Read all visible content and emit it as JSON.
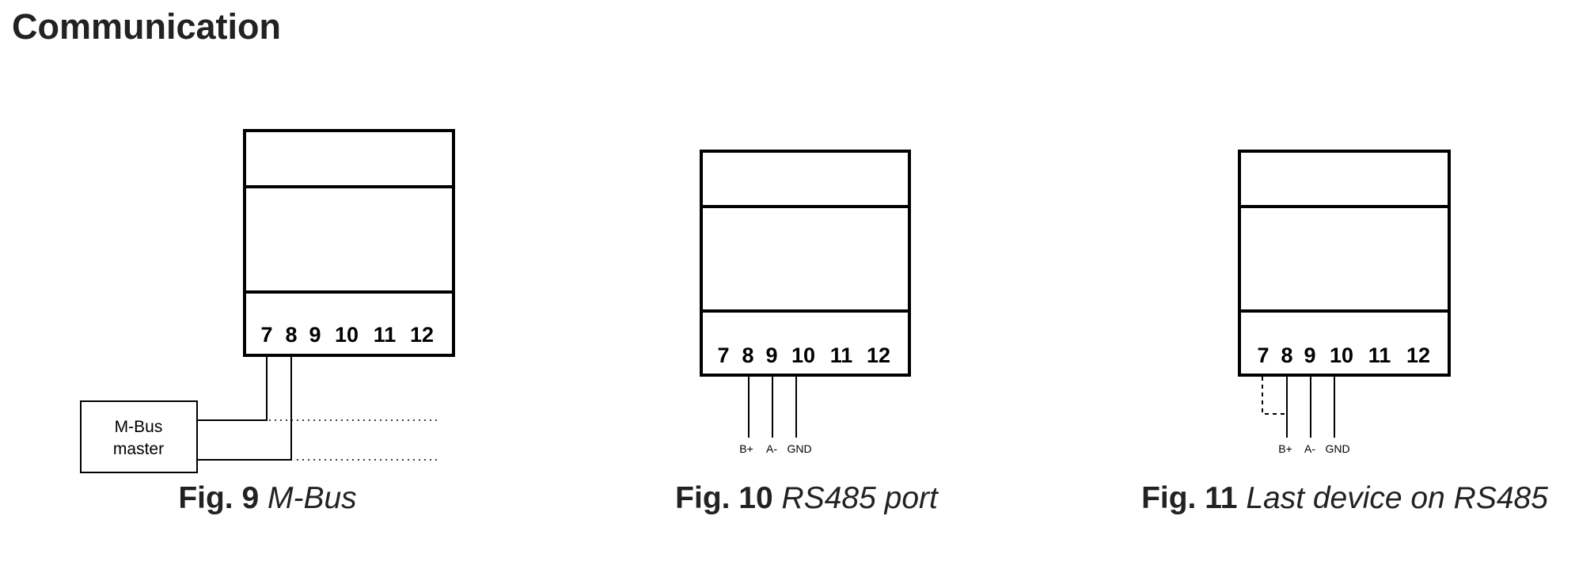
{
  "title": "Communication",
  "terminals": [
    "7",
    "8",
    "9",
    "10",
    "11",
    "12"
  ],
  "fig9": {
    "caption_num": "Fig. 9",
    "caption_text": "M-Bus",
    "master_line1": "M-Bus",
    "master_line2": "master"
  },
  "fig10": {
    "caption_num": "Fig. 10",
    "caption_text": "RS485 port",
    "wire_labels": [
      "B+",
      "A-",
      "GND"
    ]
  },
  "fig11": {
    "caption_num": "Fig. 11",
    "caption_text": "Last device on RS485",
    "wire_labels": [
      "B+",
      "A-",
      "GND"
    ]
  }
}
